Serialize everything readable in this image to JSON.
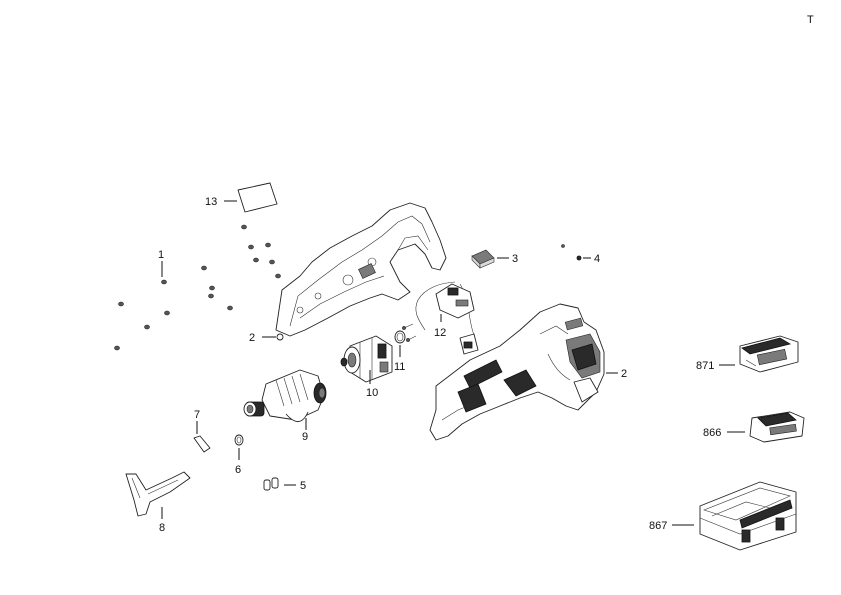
{
  "page": {
    "corner_label": "T"
  },
  "callouts": {
    "c1": "1",
    "c2a": "2",
    "c2b": "2",
    "c3": "3",
    "c4": "4",
    "c5": "5",
    "c6": "6",
    "c7": "7",
    "c8": "8",
    "c9": "9",
    "c10": "10",
    "c11": "11",
    "c12": "12",
    "c13": "13",
    "c866": "866",
    "c867": "867",
    "c871": "871"
  }
}
